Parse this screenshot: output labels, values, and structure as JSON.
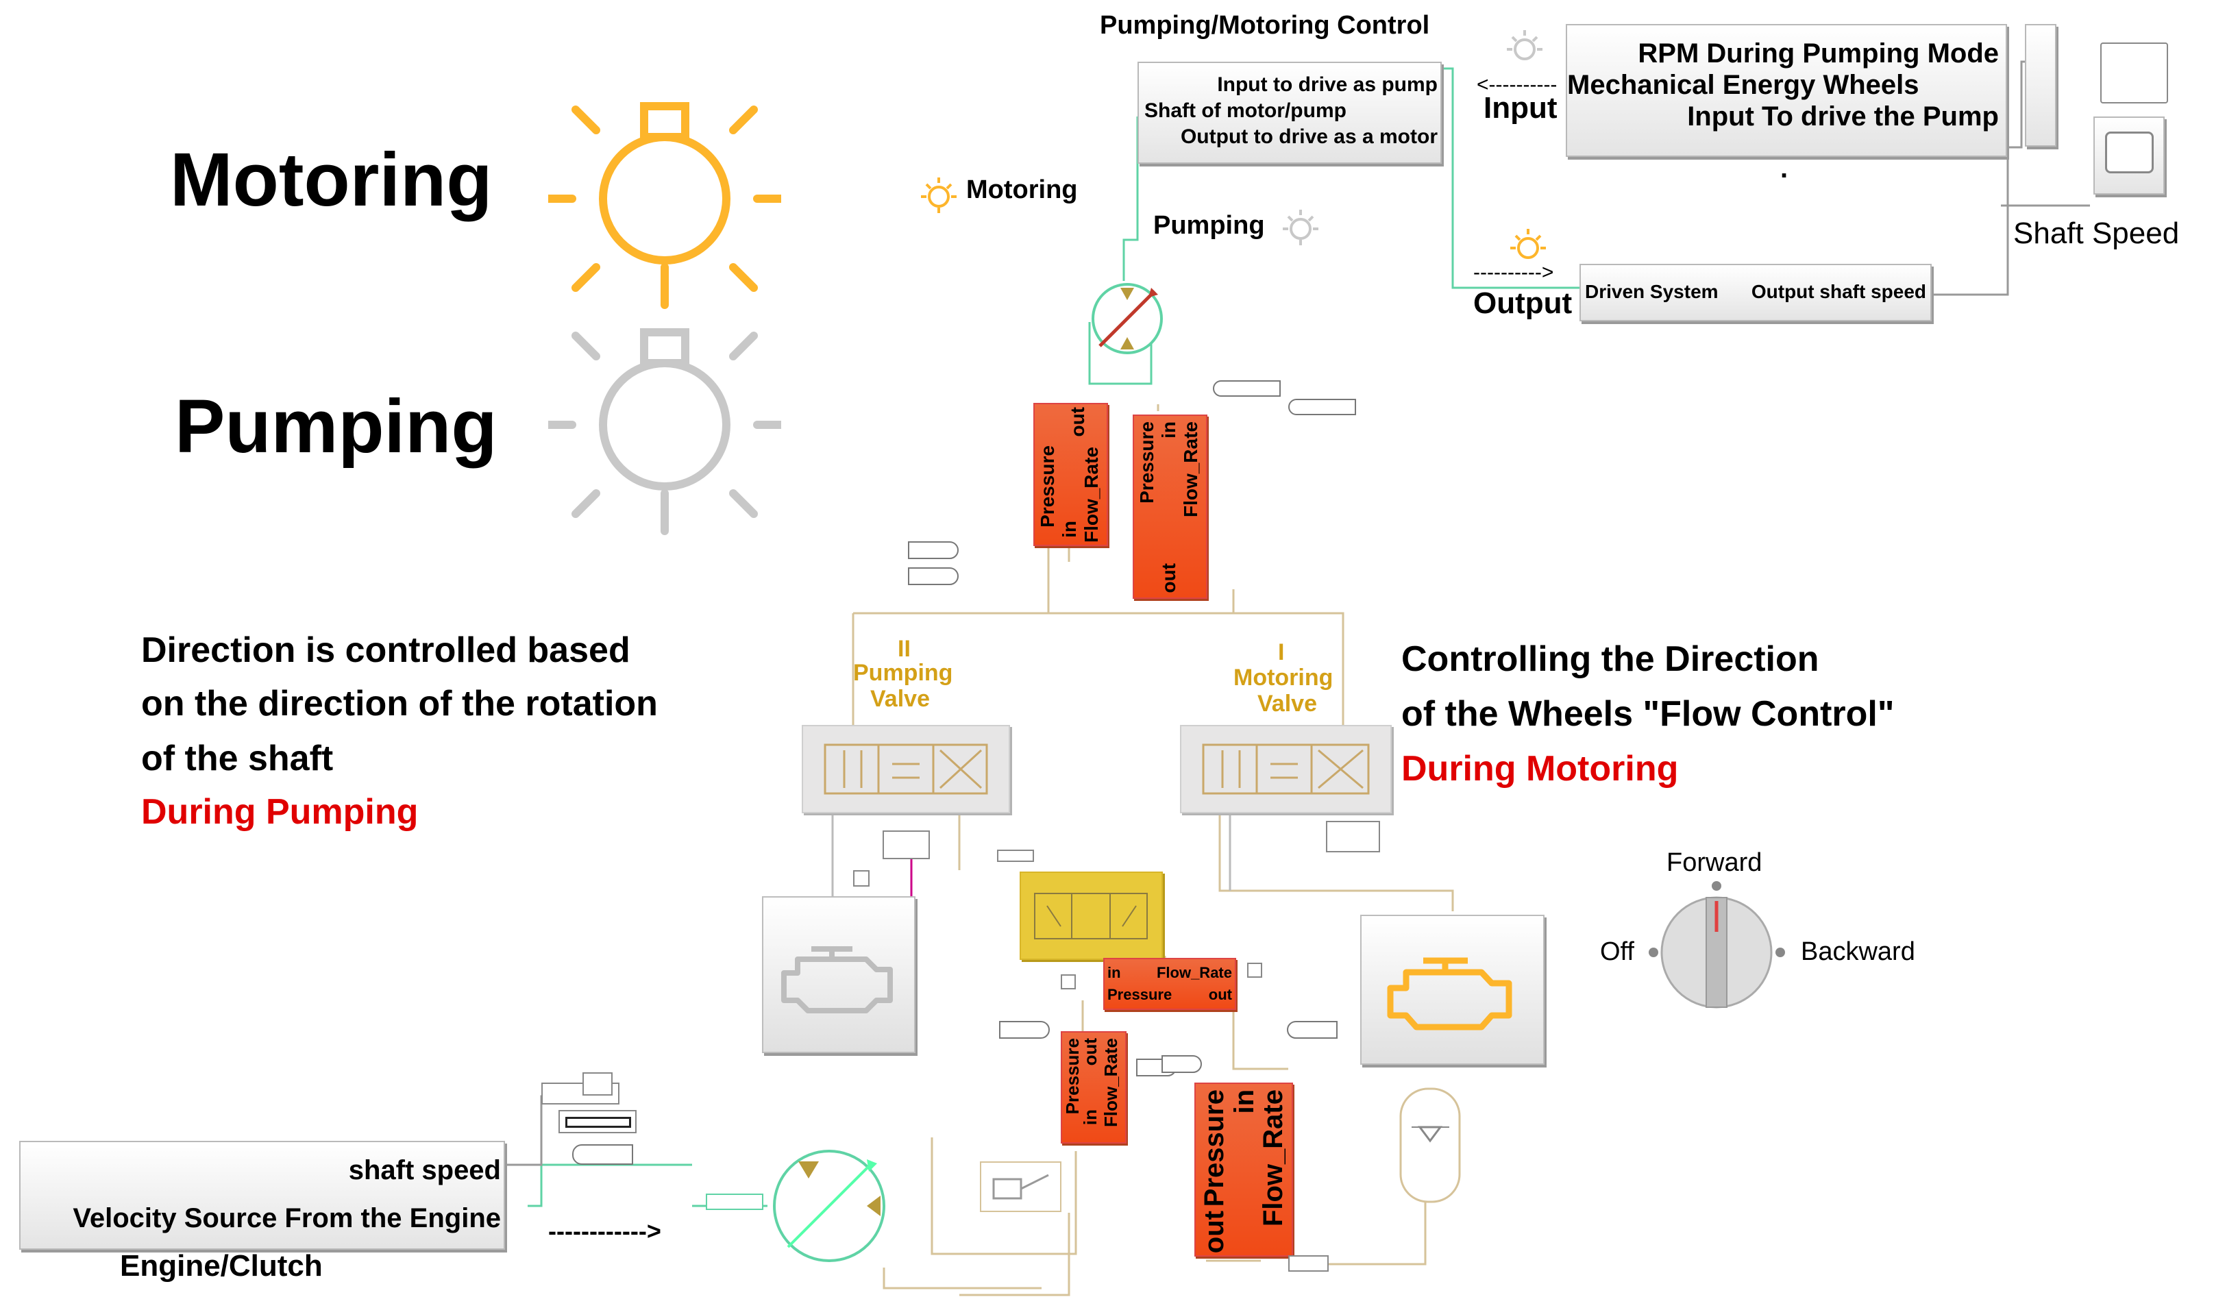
{
  "legend": {
    "motoring_label": "Motoring",
    "pumping_label": "Pumping",
    "motoring_color": "#FDB52B",
    "pumping_color": "#C8C8C8"
  },
  "control": {
    "title": "Pumping/Motoring Control",
    "port_input_pump": "Input to drive as pump",
    "port_shaft": "Shaft of motor/pump",
    "port_output_motor": "Output to drive as a motor",
    "motoring_tag": "Motoring",
    "pumping_tag": "Pumping"
  },
  "input_block": {
    "label": "Input",
    "line1": "RPM During Pumping Mode",
    "line2": "Mechanical Energy Wheels",
    "line3": "Input To drive the Pump",
    "dot": "."
  },
  "output_block": {
    "label": "Output",
    "port_left": "Driven System",
    "port_right": "Output shaft speed"
  },
  "shaft_speed_label": "Shaft Speed",
  "upper_sensors": {
    "left": {
      "p": "Pressure",
      "i": "in",
      "f": "Flow_Rate",
      "o": "out"
    },
    "right": {
      "p": "Pressure",
      "i": "in",
      "f": "Flow_Rate",
      "o": "out"
    }
  },
  "valves": {
    "pumping_num": "II",
    "pumping_line1": "Pumping",
    "pumping_line2": "Valve",
    "motoring_num": "I",
    "motoring_line1": "Motoring",
    "motoring_line2": "Valve"
  },
  "notes": {
    "left_l1": "Direction is controlled based",
    "left_l2": "on the direction of the rotation",
    "left_l3": "of the shaft",
    "left_red": "During Pumping",
    "right_l1": "Controlling the Direction",
    "right_l2": "of the Wheels \"Flow Control\"",
    "right_red": "During Motoring",
    "red_color": "#E00000"
  },
  "knob": {
    "forward": "Forward",
    "off": "Off",
    "backward": "Backward"
  },
  "mid_sensor": {
    "i": "in",
    "f": "Flow_Rate",
    "p": "Pressure",
    "o": "out"
  },
  "lower_sensors": {
    "left": {
      "p": "Pressure",
      "i": "in",
      "o": "out",
      "f": "Flow_Rate"
    },
    "right": {
      "p": "Pressure",
      "i": "in",
      "o": "out",
      "f": "Flow_Rate"
    }
  },
  "engine_block": {
    "port_shaft": "shaft speed",
    "port_velocity": "Velocity Source From the Engine",
    "caption": "Engine/Clutch",
    "arrow": "------------>"
  },
  "arrows": {
    "input_arrow": "<----------",
    "output_arrow": "---------->"
  }
}
